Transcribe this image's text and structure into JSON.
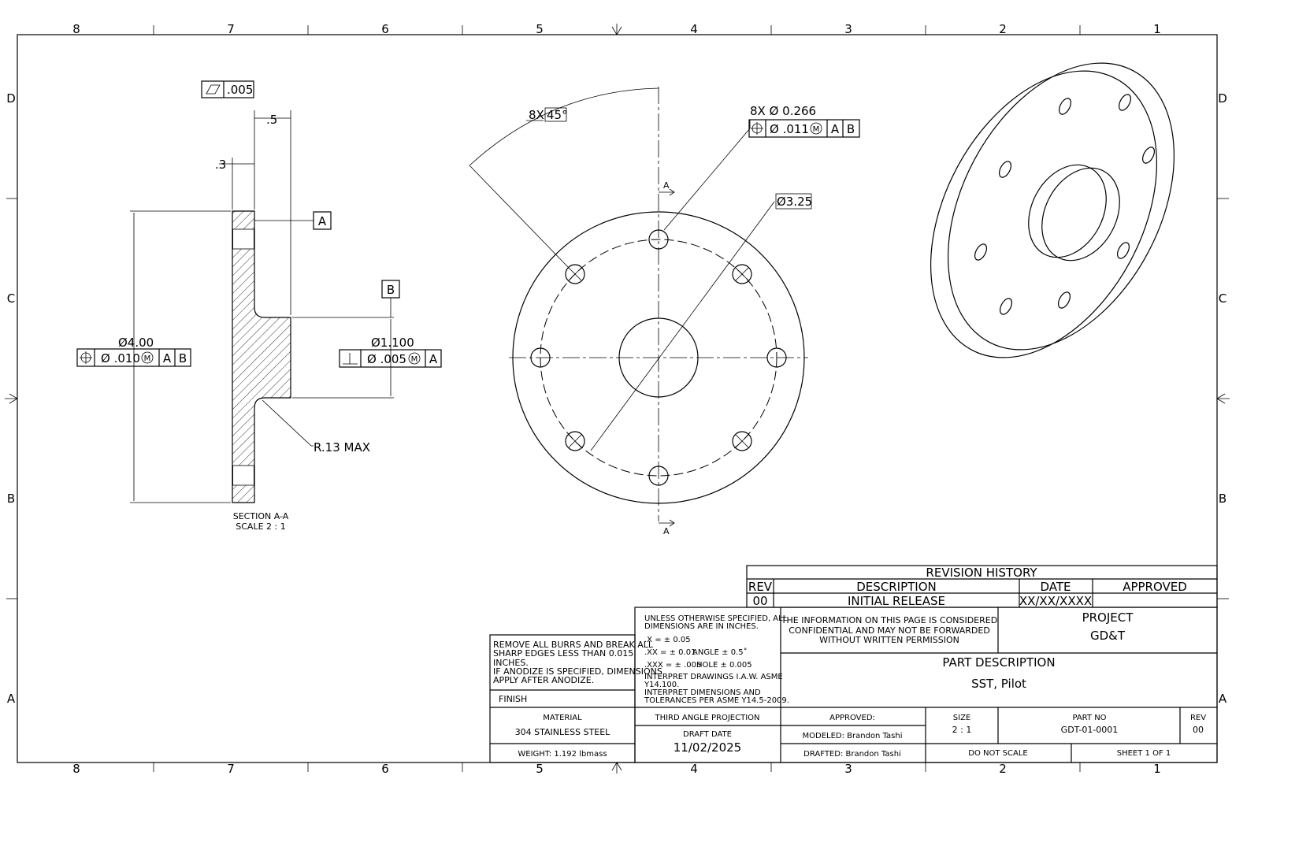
{
  "zones": {
    "columns": [
      "8",
      "7",
      "6",
      "5",
      "4",
      "3",
      "2",
      "1"
    ],
    "rows": [
      "D",
      "C",
      "B",
      "A"
    ]
  },
  "section_view": {
    "flatness_value": ".005",
    "dim_05": ".5",
    "dim_03": ".3",
    "datum_a": "A",
    "datum_b": "B",
    "dia_400": "Ø4.00",
    "fcf_left": {
      "tol": "Ø .010",
      "mod": "M",
      "d1": "A",
      "d2": "B"
    },
    "dia_1100": "Ø1.100",
    "fcf_perp": {
      "tol": "Ø .005",
      "mod": "M",
      "d1": "A"
    },
    "radius": "R.13 MAX",
    "caption": "SECTION A-A",
    "scale": "SCALE 2 : 1"
  },
  "front_view": {
    "angle_prefix": "8X",
    "angle_value": "45°",
    "hole_callout": "8X Ø 0.266",
    "fcf_pos": {
      "tol": "Ø .011",
      "mod": "M",
      "d1": "A",
      "d2": "B"
    },
    "bolt_circle": "Ø3.25",
    "section_label": "A"
  },
  "revision_history": {
    "title": "REVISION HISTORY",
    "headers": [
      "REV",
      "DESCRIPTION",
      "DATE",
      "APPROVED"
    ],
    "rows": [
      {
        "rev": "00",
        "description": "INITIAL RELEASE",
        "date": "XX/XX/XXXX",
        "approved": ""
      }
    ]
  },
  "notes": {
    "finish_notes": [
      "REMOVE ALL BURRS AND BREAK ALL",
      "SHARP EDGES LESS THAN 0.015",
      "INCHES.",
      "IF ANODIZE IS SPECIFIED, DIMENSIONS",
      "APPLY AFTER ANODIZE."
    ],
    "finish_label": "FINISH",
    "tolerances": [
      "UNLESS OTHERWISE SPECIFIED, ALL",
      "DIMENSIONS ARE IN INCHES.",
      ".X = ± 0.05",
      ".XX = ± 0.01",
      "ANGLE ± 0.5˚",
      ".XXX = ± .005",
      "HOLE ± 0.005",
      "INTERPRET DRAWINGS I.A.W. ASME",
      "Y14.100.",
      "INTERPRET DIMENSIONS AND",
      "TOLERANCES PER ASME Y14.5-2009."
    ],
    "confidential": [
      "THE INFORMATION ON THIS PAGE IS CONSIDERED",
      "CONFIDENTIAL AND MAY NOT BE FORWARDED",
      "WITHOUT WRITTEN PERMISSION"
    ]
  },
  "title_block": {
    "project_label": "PROJECT",
    "project": "GD&T",
    "part_desc_label": "PART DESCRIPTION",
    "part_desc": "SST, Pilot",
    "material_label": "MATERIAL",
    "material": "304 STAINLESS STEEL",
    "weight": "WEIGHT: 1.192 lbmass",
    "projection": "THIRD ANGLE PROJECTION",
    "draft_date_label": "DRAFT DATE",
    "draft_date": "11/02/2025",
    "approved": "APPROVED:",
    "modeled": "MODELED: Brandon Tashi",
    "drafted": "DRAFTED: Brandon Tashi",
    "size_label": "SIZE",
    "size": "2 : 1",
    "part_no_label": "PART NO",
    "part_no": "GDT-01-0001",
    "rev_label": "REV",
    "rev": "00",
    "do_not_scale": "DO NOT SCALE",
    "sheet": "SHEET 1 OF 1"
  }
}
